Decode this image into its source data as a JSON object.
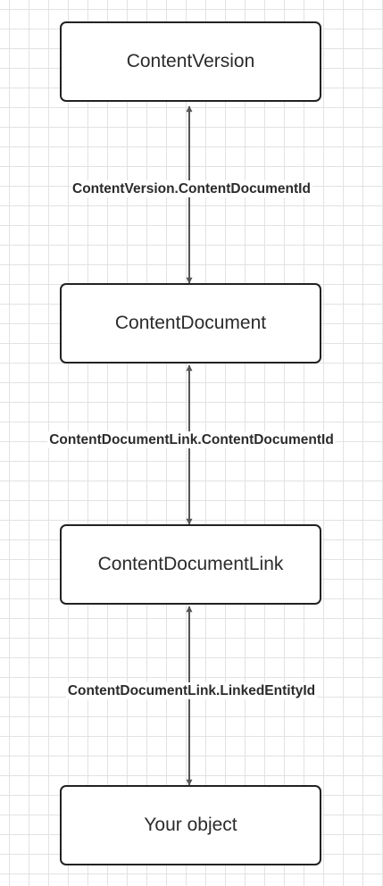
{
  "nodes": [
    {
      "id": "content-version",
      "label": "ContentVersion"
    },
    {
      "id": "content-document",
      "label": "ContentDocument"
    },
    {
      "id": "content-document-link",
      "label": "ContentDocumentLink"
    },
    {
      "id": "your-object",
      "label": "Your object"
    }
  ],
  "edges": [
    {
      "from": "content-version",
      "to": "content-document",
      "label": "ContentVersion.ContentDocumentId",
      "arrows": "both"
    },
    {
      "from": "content-document",
      "to": "content-document-link",
      "label": "ContentDocumentLink.ContentDocumentId",
      "arrows": "both"
    },
    {
      "from": "content-document-link",
      "to": "your-object",
      "label": "ContentDocumentLink.LinkedEntityId",
      "arrows": "both"
    }
  ],
  "colors": {
    "stroke": "#222222",
    "arrow": "#555555",
    "text": "#2b2b2b",
    "grid": "#e2e2e2"
  }
}
